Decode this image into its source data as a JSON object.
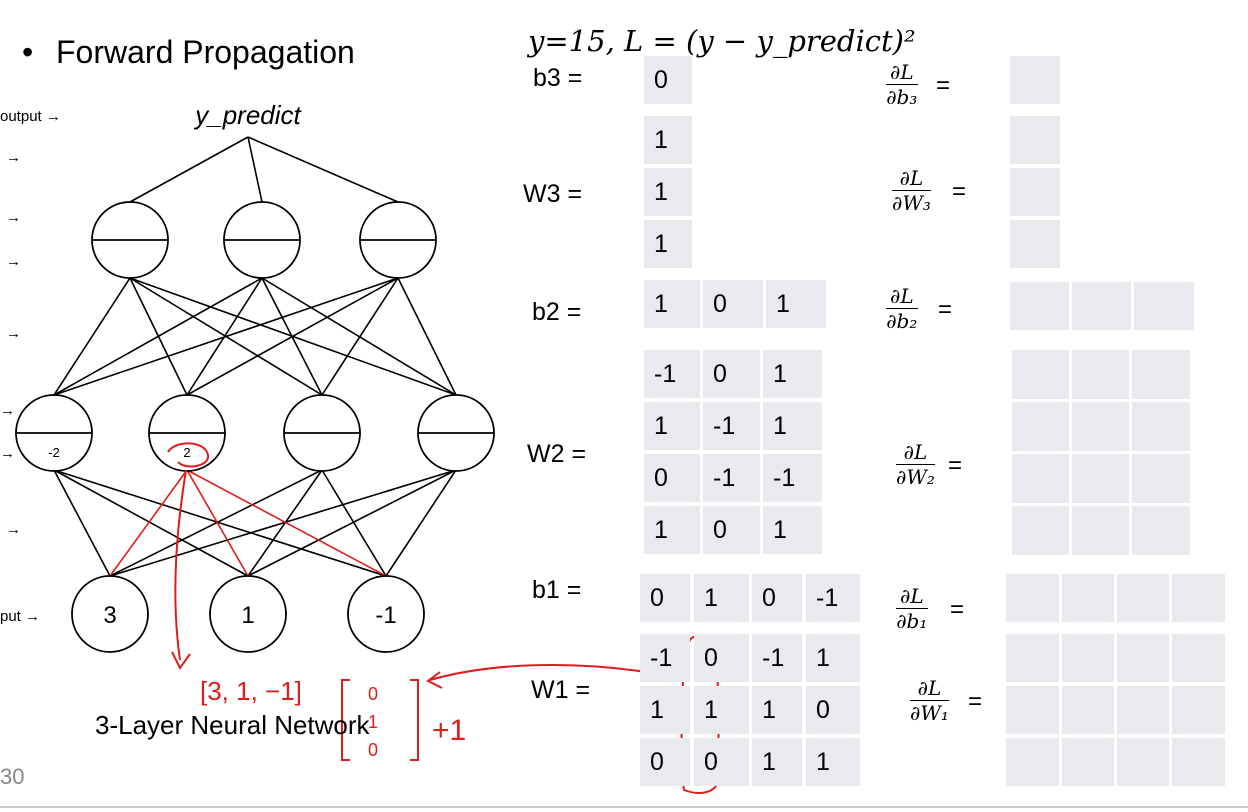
{
  "title": "Forward Propagation",
  "loss_formula": "y=15, L = (y − y_predict)²",
  "caption": "3-Layer Neural Network",
  "slide_number": "30",
  "network": {
    "output_label": "y_predict",
    "side_labels": {
      "output": "output →",
      "input": "put →"
    },
    "input_values": [
      "3",
      "1",
      "-1"
    ],
    "layer2_annotations": [
      "-2",
      "2"
    ]
  },
  "params": {
    "b3": {
      "label": "b3 =",
      "values": [
        "0"
      ]
    },
    "W3": {
      "label": "W3 =",
      "rows": [
        [
          "1"
        ],
        [
          "1"
        ],
        [
          "1"
        ]
      ]
    },
    "b2": {
      "label": "b2 =",
      "values": [
        "1",
        "0",
        "1"
      ]
    },
    "W2": {
      "label": "W2 =",
      "rows": [
        [
          "-1",
          "0",
          "1"
        ],
        [
          "1",
          "-1",
          "1"
        ],
        [
          "0",
          "-1",
          "-1"
        ],
        [
          "1",
          "0",
          "1"
        ]
      ]
    },
    "b1": {
      "label": "b1 =",
      "values": [
        "0",
        "1",
        "0",
        "-1"
      ]
    },
    "W1": {
      "label": "W1 =",
      "rows": [
        [
          "-1",
          "0",
          "-1",
          "1"
        ],
        [
          "1",
          "1",
          "1",
          "0"
        ],
        [
          "0",
          "0",
          "1",
          "1"
        ]
      ]
    }
  },
  "gradients": [
    {
      "num": "∂L",
      "den": "∂b₃",
      "eq": "="
    },
    {
      "num": "∂L",
      "den": "∂W₃",
      "eq": "="
    },
    {
      "num": "∂L",
      "den": "∂b₂",
      "eq": "="
    },
    {
      "num": "∂L",
      "den": "∂W₂",
      "eq": "="
    },
    {
      "num": "∂L",
      "den": "∂b₁",
      "eq": "="
    },
    {
      "num": "∂L",
      "den": "∂W₁",
      "eq": "="
    }
  ],
  "handwriting": {
    "vector": "[3, 1, −1]",
    "column": [
      "0",
      "1",
      "0"
    ],
    "plus": "+1"
  },
  "colors": {
    "ink": "#000000",
    "cell": "#e8eaee",
    "annotation": "#e01b1b"
  }
}
